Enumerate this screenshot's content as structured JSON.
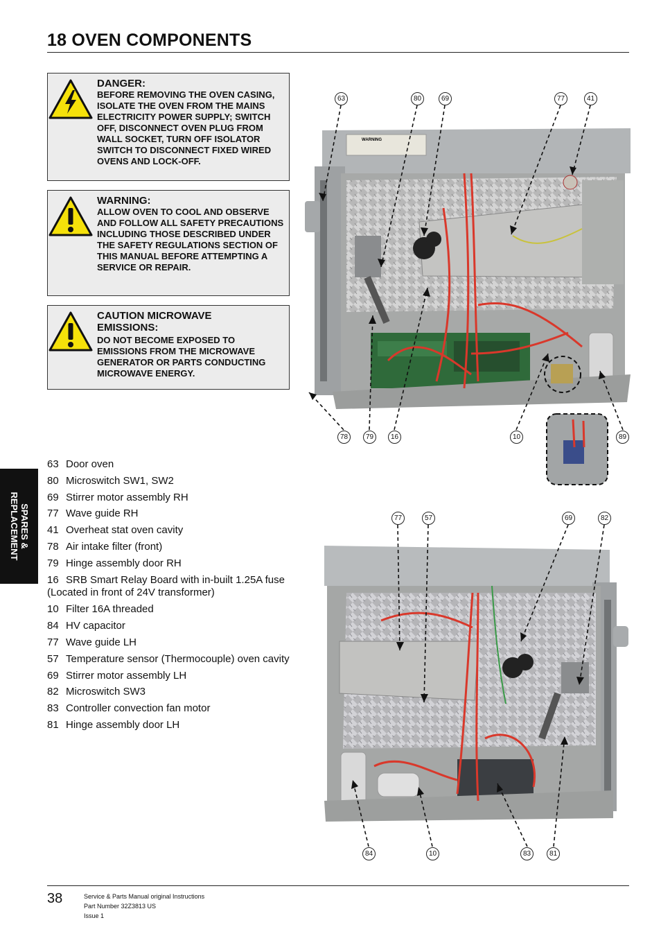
{
  "header": {
    "title": "18 OVEN COMPONENTS"
  },
  "notices": [
    {
      "head": "DANGER:",
      "body": "BEFORE REMOVING THE OVEN CASING, ISOLATE THE OVEN FROM THE MAINS ELECTRICITY POWER SUPPLY; SWITCH OFF, DISCONNECT OVEN PLUG FROM WALL SOCKET, TURN OFF ISOLATOR SWITCH TO DISCONNECT FIXED WIRED OVENS AND LOCK-OFF."
    },
    {
      "head": "WARNING:",
      "body": "ALLOW OVEN TO COOL AND OBSERVE AND FOLLOW ALL SAFETY PRECAUTIONS INCLUDING THOSE DESCRIBED UNDER THE SAFETY REGULATIONS SECTION OF THIS MANUAL BEFORE ATTEMPTING A SERVICE OR REPAIR."
    },
    {
      "head": "CAUTION MICROWAVE EMISSIONS:",
      "body": "DO NOT BECOME EXPOSED TO EMISSIONS FROM THE MICROWAVE GENERATOR OR PARTS CONDUCTING MICROWAVE ENERGY."
    }
  ],
  "legend": [
    {
      "num": "63",
      "label": "Door oven"
    },
    {
      "num": "80",
      "label": "Microswitch SW1, SW2"
    },
    {
      "num": "69",
      "label": "Stirrer motor assembly RH"
    },
    {
      "num": "77",
      "label": "Wave guide RH"
    },
    {
      "num": "41",
      "label": "Overheat stat oven cavity"
    },
    {
      "num": "78",
      "label": "Air intake filter (front)"
    },
    {
      "num": "79",
      "label": "Hinge assembly door RH"
    },
    {
      "num": "16",
      "label": "SRB Smart Relay Board with in-built 1.25A fuse",
      "cont": "(Located in front of 24V transformer)"
    },
    {
      "num": "10",
      "label": "Filter 16A threaded"
    },
    {
      "num": "84",
      "label": "HV capacitor"
    },
    {
      "num": "77",
      "label": "Wave guide LH"
    },
    {
      "num": "57",
      "label": "Temperature sensor (Thermocouple) oven cavity"
    },
    {
      "num": "69",
      "label": "Stirrer motor assembly LH"
    },
    {
      "num": "82",
      "label": "Microswitch SW3"
    },
    {
      "num": "83",
      "label": "Controller convection fan motor"
    },
    {
      "num": "81",
      "label": "Hinge assembly door LH"
    }
  ],
  "side_tab": {
    "line1": "SPARES &",
    "line2": "REPLACEMENT"
  },
  "photo_top": {
    "warning_label": "WARNING",
    "callouts_top": [
      "63",
      "80",
      "69",
      "77",
      "41"
    ],
    "callouts_bottom": [
      "78",
      "79",
      "16",
      "10",
      "89"
    ]
  },
  "photo_bottom": {
    "callouts_top": [
      "77",
      "57",
      "69",
      "82"
    ],
    "callouts_bottom": [
      "84",
      "10",
      "83",
      "81"
    ]
  },
  "footer": {
    "page_number": "38",
    "line1": "Service & Parts Manual original Instructions",
    "line2": "Part Number 32Z3813 US",
    "line3": "Issue 1"
  },
  "colors": {
    "notice_bg": "#ececec",
    "warning_yellow": "#f5e10a",
    "wire_red": "#d9382b"
  }
}
